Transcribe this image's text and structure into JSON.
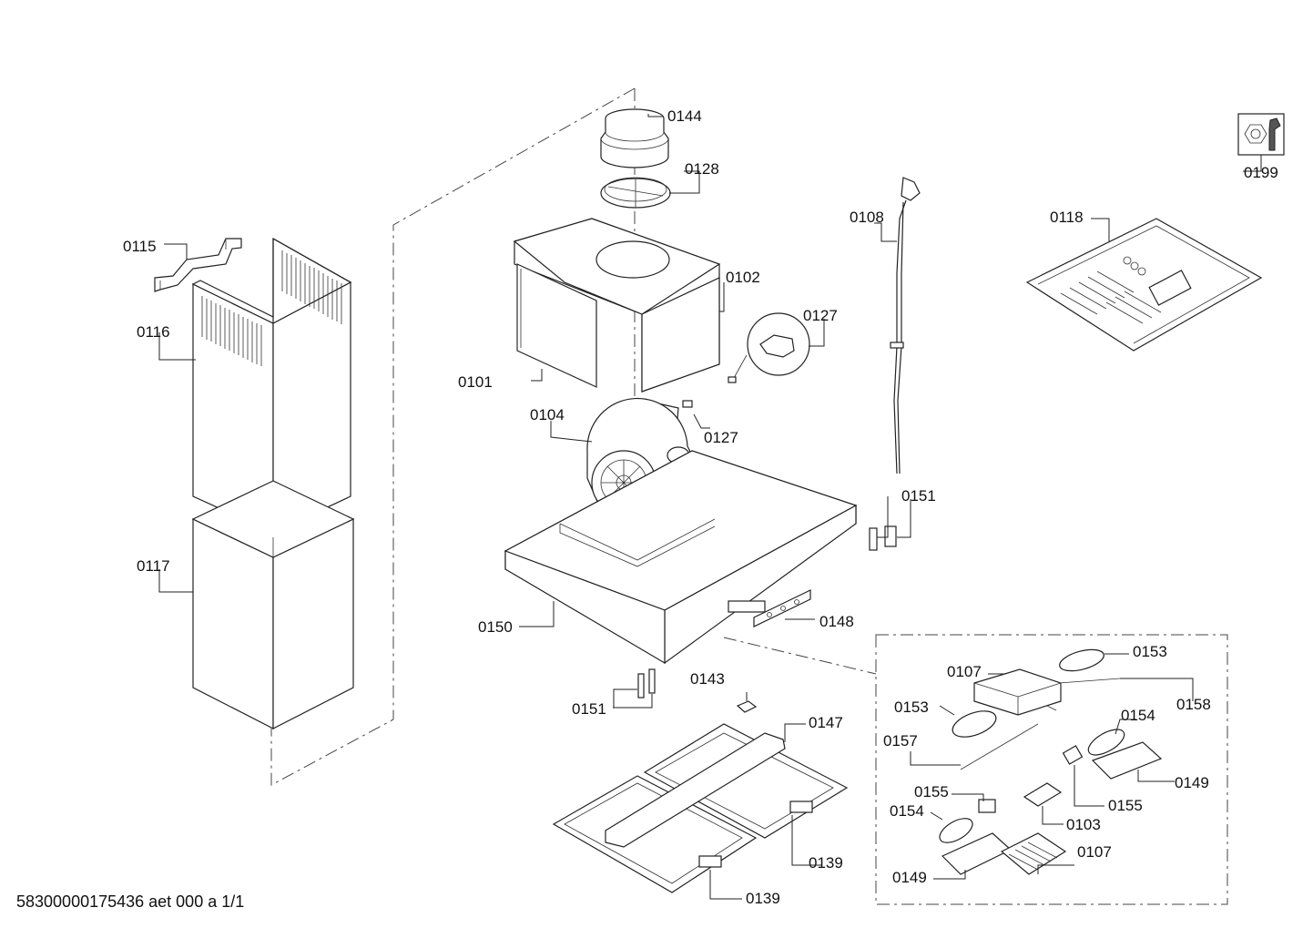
{
  "parts": {
    "p0144": "0144",
    "p0128": "0128",
    "p0102": "0102",
    "p0127a": "0127",
    "p0127b": "0127",
    "p0101": "0101",
    "p0104": "0104",
    "p0115": "0115",
    "p0116": "0116",
    "p0117": "0117",
    "p0150": "0150",
    "p0148": "0148",
    "p0151a": "0151",
    "p0151b": "0151",
    "p0143": "0143",
    "p0147": "0147",
    "p0139a": "0139",
    "p0139b": "0139",
    "p0108": "0108",
    "p0118": "0118",
    "p0199": "0199",
    "p0153a": "0153",
    "p0153b": "0153",
    "p0107a": "0107",
    "p0107b": "0107",
    "p0158": "0158",
    "p0157": "0157",
    "p0154a": "0154",
    "p0154b": "0154",
    "p0149a": "0149",
    "p0149b": "0149",
    "p0155a": "0155",
    "p0155b": "0155",
    "p0103": "0103"
  },
  "footer": "58300000175436 aet 000 a 1/1",
  "icons": [
    "service-kit-icon"
  ]
}
